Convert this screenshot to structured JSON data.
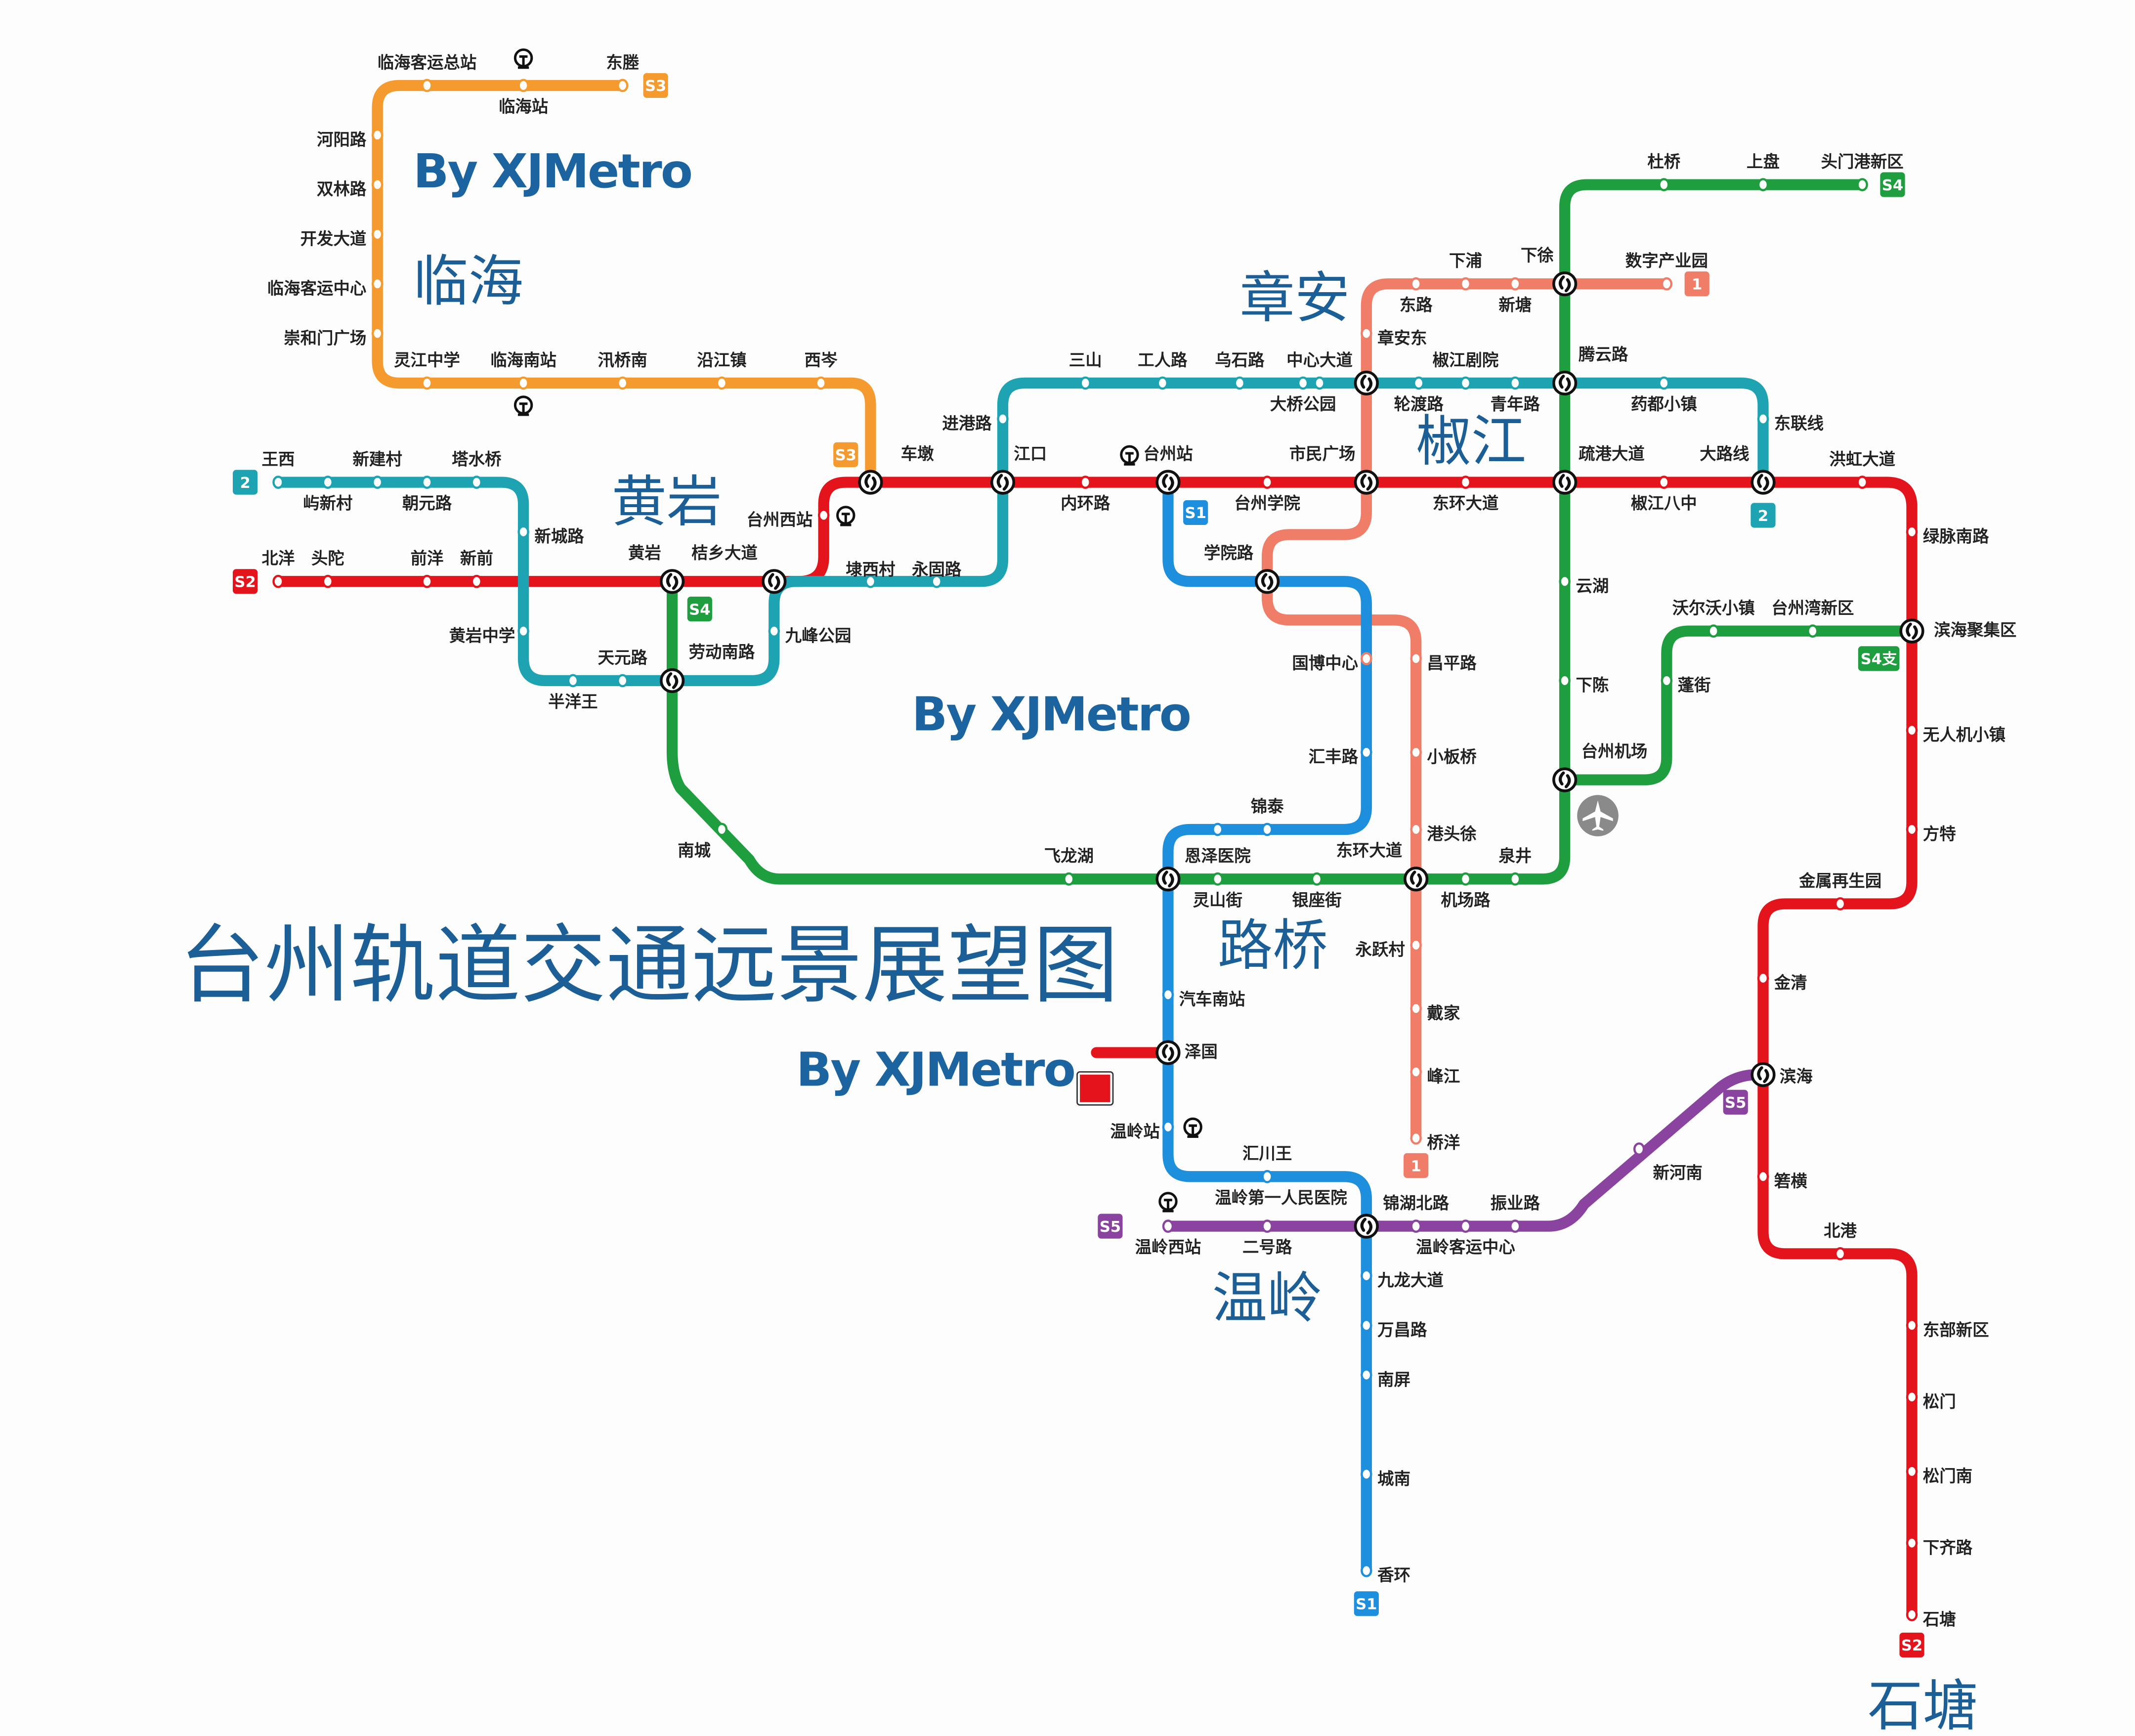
{
  "title": "台州轨道交通远景展望图",
  "watermarks": [
    "By XJMetro",
    "By XJMetro",
    "By XJMetro"
  ],
  "districts": [
    "临海",
    "黄岩",
    "章安",
    "椒江",
    "路桥",
    "温岭",
    "石塘"
  ],
  "lines": {
    "S3": {
      "name": "S3",
      "color": "#f59a2f"
    },
    "S2": {
      "name": "S2",
      "color": "#e3141c"
    },
    "2": {
      "name": "2",
      "color": "#1ea3b3"
    },
    "1": {
      "name": "1",
      "color": "#f07d67"
    },
    "S4": {
      "name": "S4",
      "color": "#1e9e3e"
    },
    "S4b": {
      "name": "S4支",
      "color": "#1e9e3e"
    },
    "S1": {
      "name": "S1",
      "color": "#1e8fdc"
    },
    "S5": {
      "name": "S5",
      "color": "#8a44a0"
    }
  },
  "stations": {
    "s3": [
      "临海客运总站",
      "临海站",
      "东塍",
      "河阳路",
      "双林路",
      "开发大道",
      "临海客运中心",
      "崇和门广场",
      "灵江中学",
      "临海南站",
      "汛桥南",
      "沿江镇",
      "西岑",
      "车墩"
    ],
    "l2": [
      "王西",
      "屿新村",
      "新建村",
      "朝元路",
      "塔水桥",
      "新城路",
      "黄岩中学",
      "半洋王",
      "天元路",
      "劳动南路",
      "九峰公园",
      "桔乡大道",
      "埭西村",
      "永固路",
      "江口",
      "进港路",
      "三山",
      "工人路",
      "乌石路",
      "中心大道",
      "大桥公园",
      "轮渡路",
      "椒江剧院",
      "青年路",
      "腾云路",
      "药都小镇",
      "东联线",
      "大路线"
    ],
    "s2": [
      "北洋",
      "头陀",
      "前洋",
      "新前",
      "黄岩",
      "台州西站",
      "内环路",
      "台州站",
      "台州学院",
      "市民广场",
      "东环大道",
      "疏港大道",
      "椒江八中",
      "洪虹大道",
      "绿脉南路",
      "滨海聚集区",
      "无人机小镇",
      "方特",
      "金属再生园",
      "金清",
      "滨海",
      "箬横",
      "北港",
      "东部新区",
      "松门",
      "松门南",
      "下齐路",
      "石塘"
    ],
    "l1": [
      "数字产业园",
      "下徐",
      "新塘",
      "下浦",
      "东路",
      "章安东",
      "学院路",
      "国博中心",
      "昌平路",
      "小板桥",
      "港头徐",
      "永跃村",
      "戴家",
      "峰江",
      "桥洋"
    ],
    "s4": [
      "杜桥",
      "上盘",
      "头门港新区",
      "云湖",
      "下陈",
      "台州机场",
      "泉井",
      "机场路",
      "银座街",
      "灵山街",
      "飞龙湖",
      "南城"
    ],
    "s4b": [
      "沃尔沃小镇",
      "台州湾新区",
      "蓬街"
    ],
    "s1": [
      "汇丰路",
      "锦泰",
      "恩泽医院",
      "东环大道",
      "汽车南站",
      "泽国",
      "温岭站",
      "汇川王",
      "温岭第一人民医院",
      "九龙大道",
      "万昌路",
      "南屏",
      "城南",
      "香环"
    ],
    "s5": [
      "温岭西站",
      "二号路",
      "锦湖北路",
      "振业路",
      "温岭客运中心",
      "新河南"
    ]
  }
}
